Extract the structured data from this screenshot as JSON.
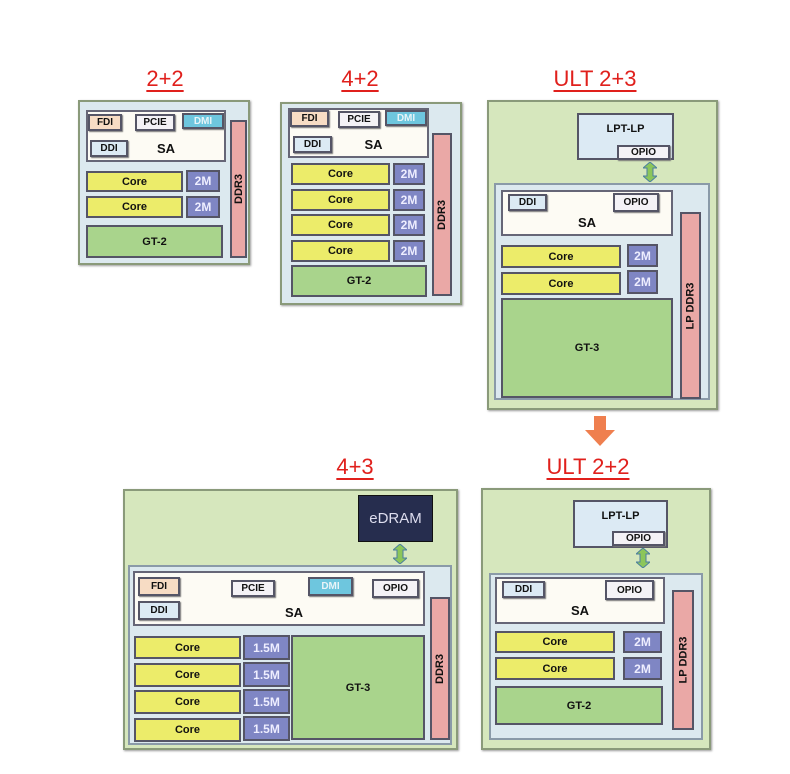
{
  "configs": {
    "c22": {
      "title": "2+2",
      "fdi": "FDI",
      "pcie": "PCIE",
      "dmi": "DMI",
      "ddi": "DDI",
      "sa": "SA",
      "ddr": "DDR3",
      "cores": [
        "Core",
        "Core"
      ],
      "caches": [
        "2M",
        "2M"
      ],
      "gt": "GT-2"
    },
    "c42": {
      "title": "4+2",
      "fdi": "FDI",
      "pcie": "PCIE",
      "dmi": "DMI",
      "ddi": "DDI",
      "sa": "SA",
      "ddr": "DDR3",
      "cores": [
        "Core",
        "Core",
        "Core",
        "Core"
      ],
      "caches": [
        "2M",
        "2M",
        "2M",
        "2M"
      ],
      "gt": "GT-2"
    },
    "u23": {
      "title": "ULT 2+3",
      "lpt": "LPT-LP",
      "lpt_opio": "OPIO",
      "ddi": "DDI",
      "opio": "OPIO",
      "sa": "SA",
      "ddr": "LP DDR3",
      "cores": [
        "Core",
        "Core"
      ],
      "caches": [
        "2M",
        "2M"
      ],
      "gt": "GT-3"
    },
    "c43": {
      "title": "4+3",
      "edram": "eDRAM",
      "fdi": "FDI",
      "pcie": "PCIE",
      "dmi": "DMI",
      "opio": "OPIO",
      "ddi": "DDI",
      "sa": "SA",
      "ddr": "DDR3",
      "cores": [
        "Core",
        "Core",
        "Core",
        "Core"
      ],
      "caches": [
        "1.5M",
        "1.5M",
        "1.5M",
        "1.5M"
      ],
      "gt": "GT-3"
    },
    "u22": {
      "title": "ULT 2+2",
      "lpt": "LPT-LP",
      "lpt_opio": "OPIO",
      "ddi": "DDI",
      "opio": "OPIO",
      "sa": "SA",
      "ddr": "LP DDR3",
      "cores": [
        "Core",
        "Core"
      ],
      "caches": [
        "2M",
        "2M"
      ],
      "gt": "GT-2"
    }
  },
  "colors": {
    "title": "#e0201c",
    "core": "#ecec6a",
    "cache": "#7f86c4",
    "gt": "#a9d48c",
    "ddr": "#eaa8a6",
    "edram": "#262d4e",
    "arrow_green": "#8cc65a",
    "arrow_orange": "#ef7f4f"
  }
}
